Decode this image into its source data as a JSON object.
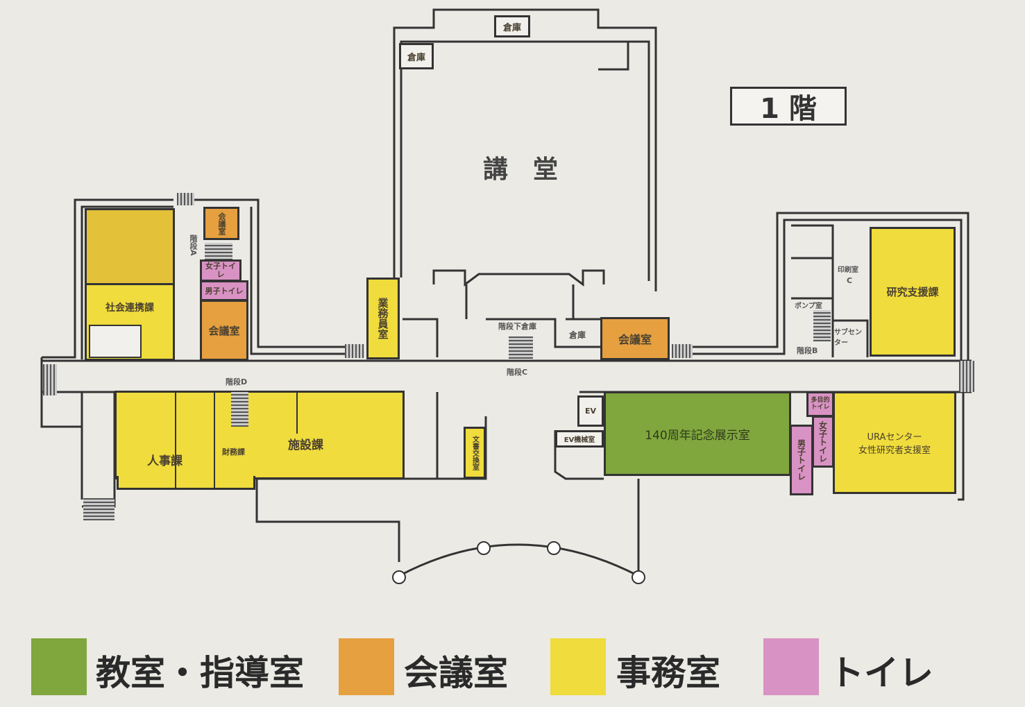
{
  "floor_label": "1 階",
  "colors": {
    "classroom": "#80a63e",
    "meeting": "#e6a040",
    "office": "#f0dc3c",
    "toilet": "#d992c4"
  },
  "rooms": {
    "auditorium": "講　堂",
    "storage_top": "倉庫",
    "storage_left": "倉庫",
    "storage_center": "倉庫",
    "stair_under_storage": "階段下倉庫",
    "social_collab": "社会連携課",
    "meeting_small": "会議室",
    "womens_toilet_left": "女子トイレ",
    "mens_toilet_left": "男子トイレ",
    "meeting_left": "会議室",
    "stairs_a": "階段A",
    "stairs_b": "階段B",
    "stairs_c": "階段C",
    "stairs_d": "階段D",
    "janitor": "業務員室",
    "meeting_right": "会議室",
    "print_room": "印刷室",
    "print_room_c": "C",
    "pump_room": "ポンプ室",
    "sub_center": "サブセンター",
    "research_support": "研究支援課",
    "hr": "人事課",
    "finance": "財務課",
    "facilities": "施設課",
    "document_exchange": "文書交換室",
    "ev": "EV",
    "ev_machine": "EV機械室",
    "exhibition": "140周年記念展示室",
    "multi_toilet": "多目的トイレ",
    "womens_toilet_right": "女子トイレ",
    "mens_toilet_right": "男子トイレ",
    "ura_line1": "URAセンター",
    "ura_line2": "女性研究者支援室"
  },
  "legend": [
    {
      "label": "教室・指導室",
      "color": "#80a63e"
    },
    {
      "label": "会議室",
      "color": "#e6a040"
    },
    {
      "label": "事務室",
      "color": "#f0dc3c"
    },
    {
      "label": "トイレ",
      "color": "#d992c4"
    }
  ]
}
